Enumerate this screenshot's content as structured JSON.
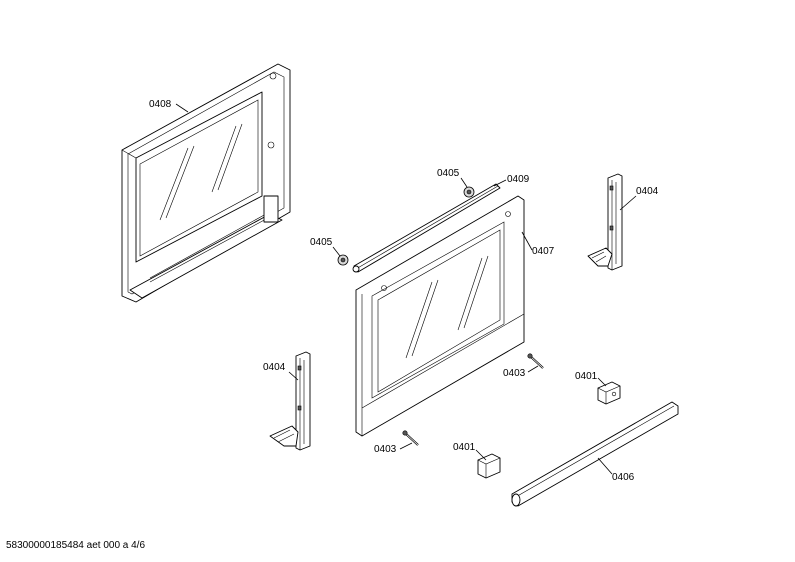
{
  "labels": {
    "door_inner": "0408",
    "rod": "0409",
    "knob_top": "0405",
    "knob_left": "0405",
    "door_outer": "0407",
    "hinge_right": "0404",
    "hinge_left": "0404",
    "screw_right": "0403",
    "screw_left": "0403",
    "block_right": "0401",
    "block_left": "0401",
    "handle": "0406"
  },
  "footer": "58300000185484 aet 000 a 4/6"
}
